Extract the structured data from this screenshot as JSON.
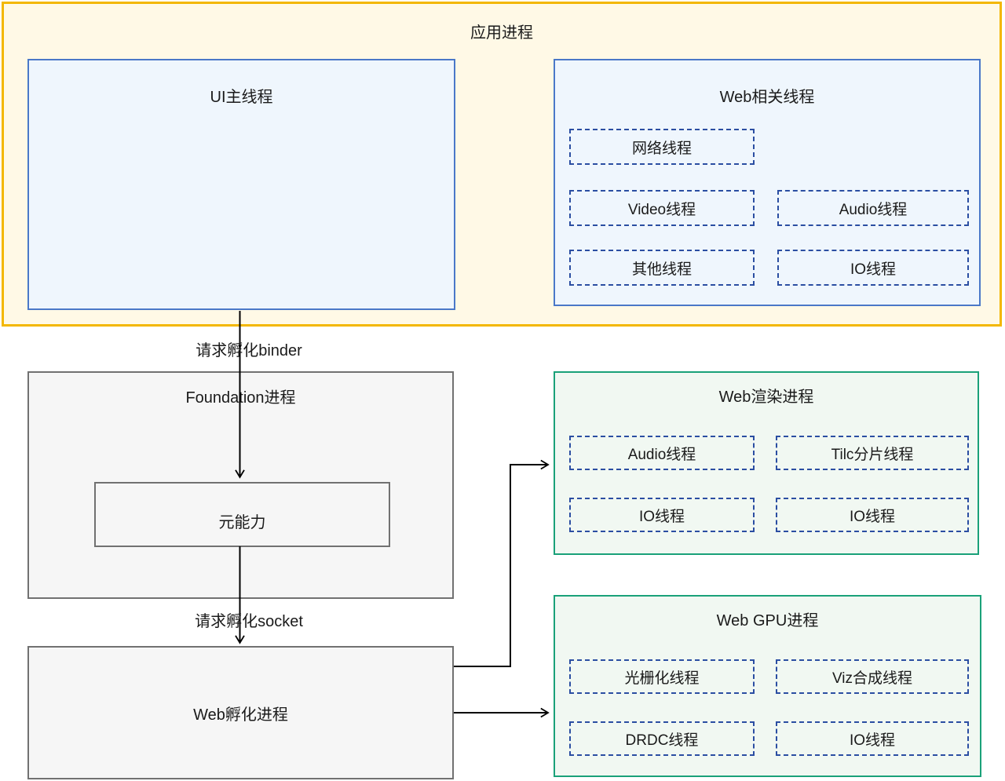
{
  "app_process": {
    "title": "应用进程",
    "ui_main_thread": {
      "title": "UI主线程"
    },
    "web_threads": {
      "title": "Web相关线程",
      "threads": [
        "网络线程",
        "Video线程",
        "Audio线程",
        "其他线程",
        "IO线程"
      ]
    }
  },
  "edges": {
    "binder_label": "请求孵化binder",
    "socket_label": "请求孵化socket"
  },
  "foundation_process": {
    "title": "Foundation进程",
    "meta_ability": "元能力"
  },
  "web_spawn_process": {
    "title": "Web孵化进程"
  },
  "web_render_process": {
    "title": "Web渲染进程",
    "threads": [
      "Audio线程",
      "Tilc分片线程",
      "IO线程",
      "IO线程"
    ]
  },
  "web_gpu_process": {
    "title": "Web GPU进程",
    "threads": [
      "光栅化线程",
      "Viz合成线程",
      "DRDC线程",
      "IO线程"
    ]
  },
  "colors": {
    "app_border": "#f3b700",
    "app_bg": "#fff9e6",
    "blue_border": "#4a78c8",
    "blue_bg": "#eff6fd",
    "dashed_thread_border": "#2b4ea2",
    "gray_border": "#717171",
    "gray_bg": "#f6f6f6",
    "green_border": "#1aa179",
    "green_bg": "#f1f8f2",
    "line": "#000000",
    "text": "#1a1a1a"
  }
}
